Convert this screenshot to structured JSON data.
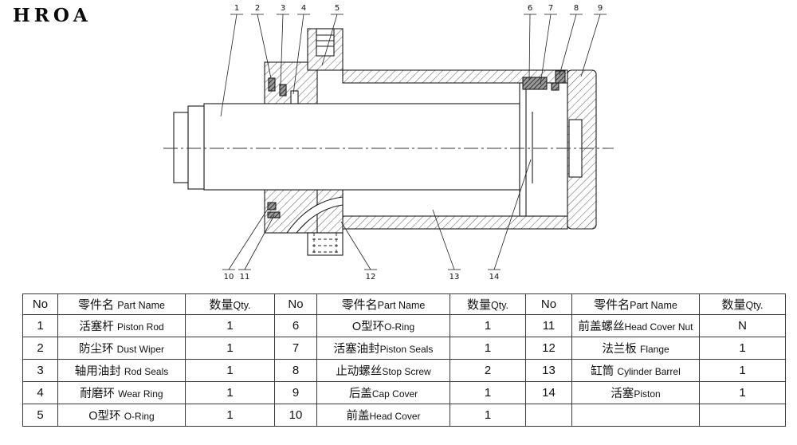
{
  "title": "HROA",
  "drawing": {
    "callouts_top": [
      "1",
      "2",
      "3",
      "4",
      "5",
      "6",
      "7",
      "8",
      "9"
    ],
    "callouts_bottom": [
      "10",
      "11",
      "12",
      "13",
      "14"
    ]
  },
  "table": {
    "groups": [
      {
        "no_header": "No",
        "part_header_cn": "零件名",
        "part_header_en": "Part Name",
        "qty_header_cn": "数量",
        "qty_header_en": "Qty.",
        "rows": [
          {
            "no": "1",
            "cn": "活塞杆",
            "en": "Piston Rod",
            "qty": "1"
          },
          {
            "no": "2",
            "cn": "防尘环",
            "en": "Dust Wiper",
            "qty": "1"
          },
          {
            "no": "3",
            "cn": "轴用油封",
            "en": "Rod Seals",
            "qty": "1"
          },
          {
            "no": "4",
            "cn": "耐磨环",
            "en": "Wear Ring",
            "qty": "1"
          },
          {
            "no": "5",
            "cn": "O型环",
            "en": "O-Ring",
            "qty": "1"
          }
        ]
      },
      {
        "no_header": "No",
        "part_header_cn": "零件名",
        "part_header_en": "Part Name",
        "qty_header_cn": "数量",
        "qty_header_en": "Qty.",
        "rows": [
          {
            "no": "6",
            "cn": "O型环",
            "en": "O-Ring",
            "qty": "1"
          },
          {
            "no": "7",
            "cn": "活塞油封",
            "en": "Piston Seals",
            "qty": "1"
          },
          {
            "no": "8",
            "cn": "止动螺丝",
            "en": "Stop Screw",
            "qty": "2"
          },
          {
            "no": "9",
            "cn": "后盖",
            "en": "Cap Cover",
            "qty": "1"
          },
          {
            "no": "10",
            "cn": "前盖",
            "en": "Head Cover",
            "qty": "1"
          }
        ]
      },
      {
        "no_header": "No",
        "part_header_cn": "零件名",
        "part_header_en": "Part Name",
        "qty_header_cn": "数量",
        "qty_header_en": "Qty.",
        "rows": [
          {
            "no": "11",
            "cn": "前盖螺丝",
            "en": "Head Cover Nut",
            "qty": "N"
          },
          {
            "no": "12",
            "cn": "法兰板",
            "en": "Flange",
            "qty": "1"
          },
          {
            "no": "13",
            "cn": "缸筒",
            "en": "Cylinder Barrel",
            "qty": "1"
          },
          {
            "no": "14",
            "cn": "活塞",
            "en": "Piston",
            "qty": "1"
          },
          {
            "no": "",
            "cn": "",
            "en": "",
            "qty": ""
          }
        ]
      }
    ]
  }
}
